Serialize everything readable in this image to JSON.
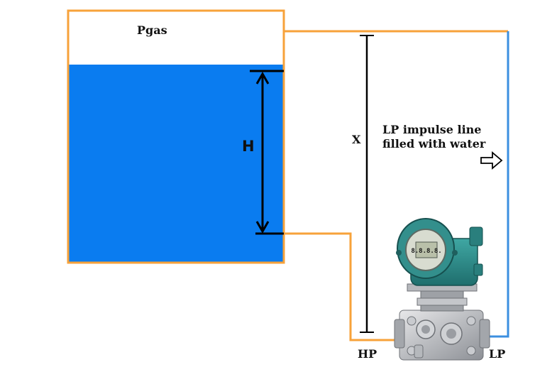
{
  "labels": {
    "gas": "Pgas",
    "height": "H",
    "distance": "X",
    "impulse_line_1": "LP impulse line",
    "impulse_line_2": "filled with water",
    "hp_port": "HP",
    "lp_port": "LP",
    "display_readout": "8.8.8.8."
  },
  "icons": {
    "flow_arrow": "outline-right-arrow-icon",
    "transmitter": "pressure-transmitter-icon"
  },
  "colors": {
    "tank_outline": "#F7A23A",
    "liquid": "#0A7CF0",
    "impulse_lp": "#3B8FE0",
    "dimension": "#000000",
    "transmitter_body": "#2E8E8C"
  }
}
